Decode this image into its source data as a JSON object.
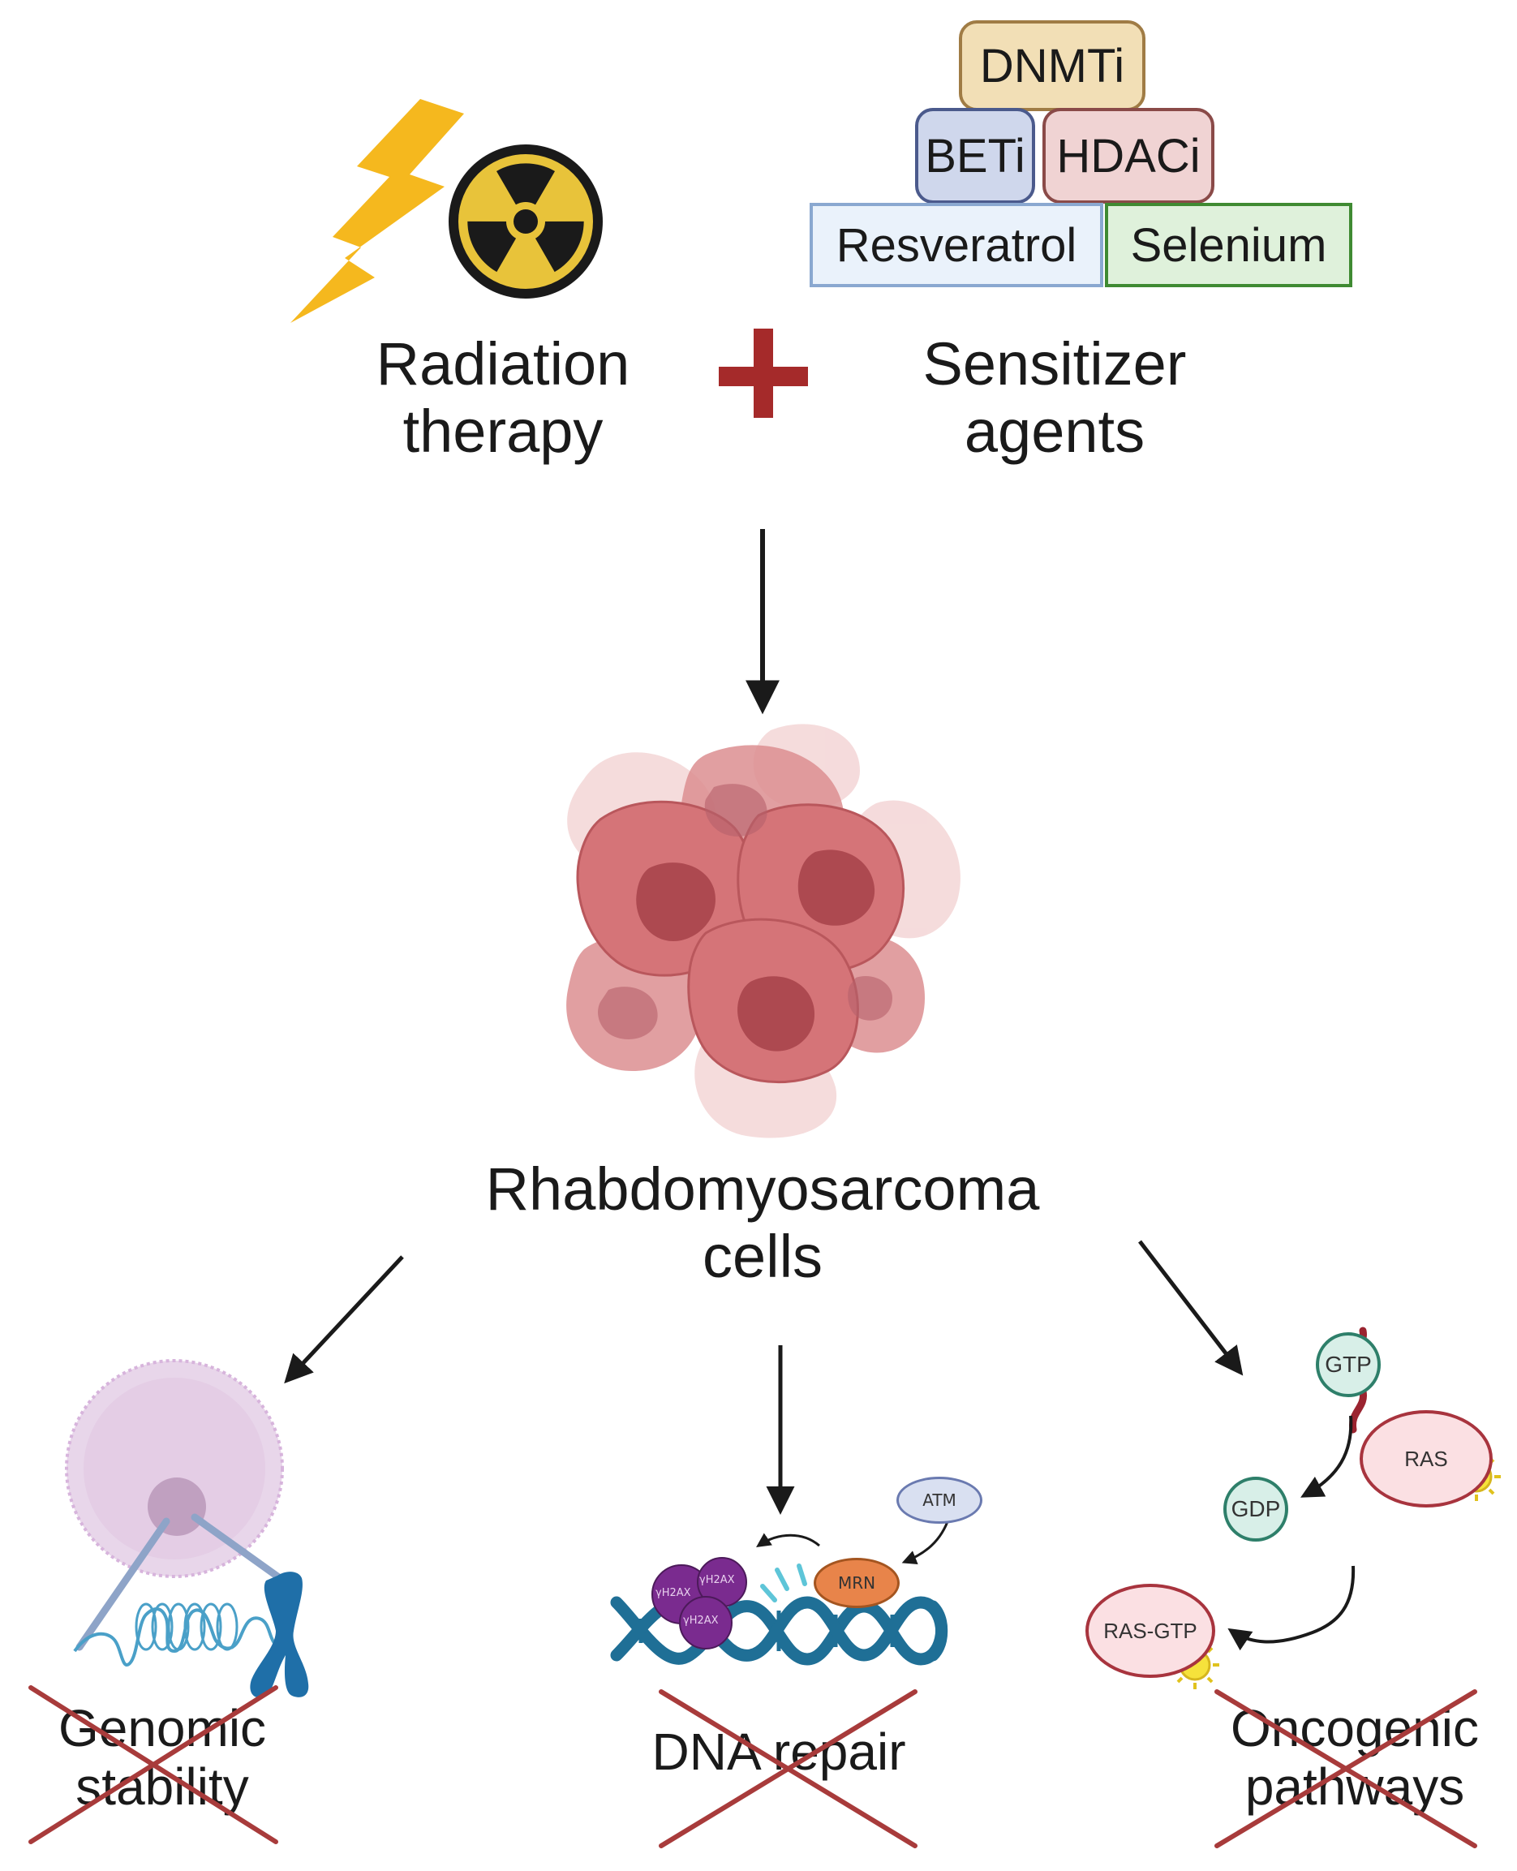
{
  "treatment": {
    "radiation_label": "Radiation therapy",
    "sensitizer_label": "Sensitizer agents"
  },
  "sensitizers": [
    {
      "label": "DNMTi",
      "fill": "#f2dfb6",
      "stroke": "#a07c45"
    },
    {
      "label": "BETi",
      "fill": "#cfd7ec",
      "stroke": "#4b5a8c"
    },
    {
      "label": "HDACi",
      "fill": "#f0d3d3",
      "stroke": "#8a4a48"
    },
    {
      "label": "Resveratrol",
      "fill": "#eaf2fb",
      "stroke": "#8aa8d0"
    },
    {
      "label": "Selenium",
      "fill": "#dff1db",
      "stroke": "#3f8a32"
    }
  ],
  "target": {
    "label": "Rhabdomyosarcoma cells"
  },
  "outcomes": [
    {
      "label": "Genomic stability"
    },
    {
      "label": "DNA repair"
    },
    {
      "label": "Oncogenic pathways"
    }
  ],
  "dna_repair_proteins": {
    "atm": "ATM",
    "mrn": "MRN",
    "h2ax": "γH2AX"
  },
  "ras_cycle": {
    "gtp": "GTP",
    "gdp": "GDP",
    "ras": "RAS",
    "ras_gtp": "RAS-GTP"
  },
  "colors": {
    "lightning": "#f5b81e",
    "radiation_symbol": "#e8c33a",
    "plus": "#a52a2a",
    "cell_fill": "#d97a7d",
    "cell_nucleus": "#a9454b",
    "cross": "#a83b3b",
    "dna": "#1f6f96",
    "chromosome": "#1f6fa8",
    "h2ax": "#7a2b8f",
    "mrn": "#e8844a",
    "gtp_fill": "#d8efe8",
    "gtp_stroke": "#2e7f6a",
    "ras_fill": "#fbe0e3",
    "ras_stroke": "#a8343e"
  }
}
